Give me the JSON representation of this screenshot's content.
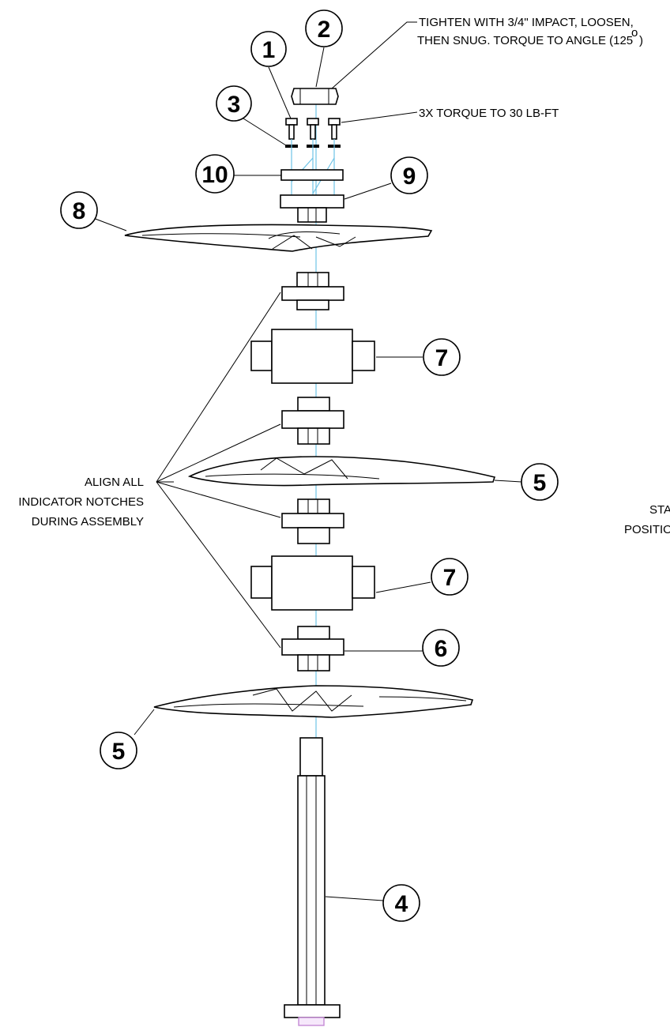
{
  "callouts": {
    "c1": "1",
    "c2": "2",
    "c3": "3",
    "c4": "4",
    "c5a": "5",
    "c5b": "5",
    "c6": "6",
    "c7a": "7",
    "c7b": "7",
    "c8": "8",
    "c9": "9",
    "c10": "10"
  },
  "notes": {
    "nut_torque_line1": "TIGHTEN WITH 3/4\" IMPACT, LOOSEN,",
    "nut_torque_line2": "THEN SNUG.  TORQUE TO ANGLE (125",
    "nut_torque_degree": "o",
    "nut_torque_close": ")",
    "bolt_torque": "3X TORQUE TO 30 LB-FT",
    "align_line1": "ALIGN ALL",
    "align_line2": "INDICATOR NOTCHES",
    "align_line3": "DURING ASSEMBLY",
    "cut_line1": "STA",
    "cut_line2": "POSITIO"
  },
  "colors": {
    "centerline": "#6ec3e6",
    "bolt_head": "#c58ad6"
  }
}
